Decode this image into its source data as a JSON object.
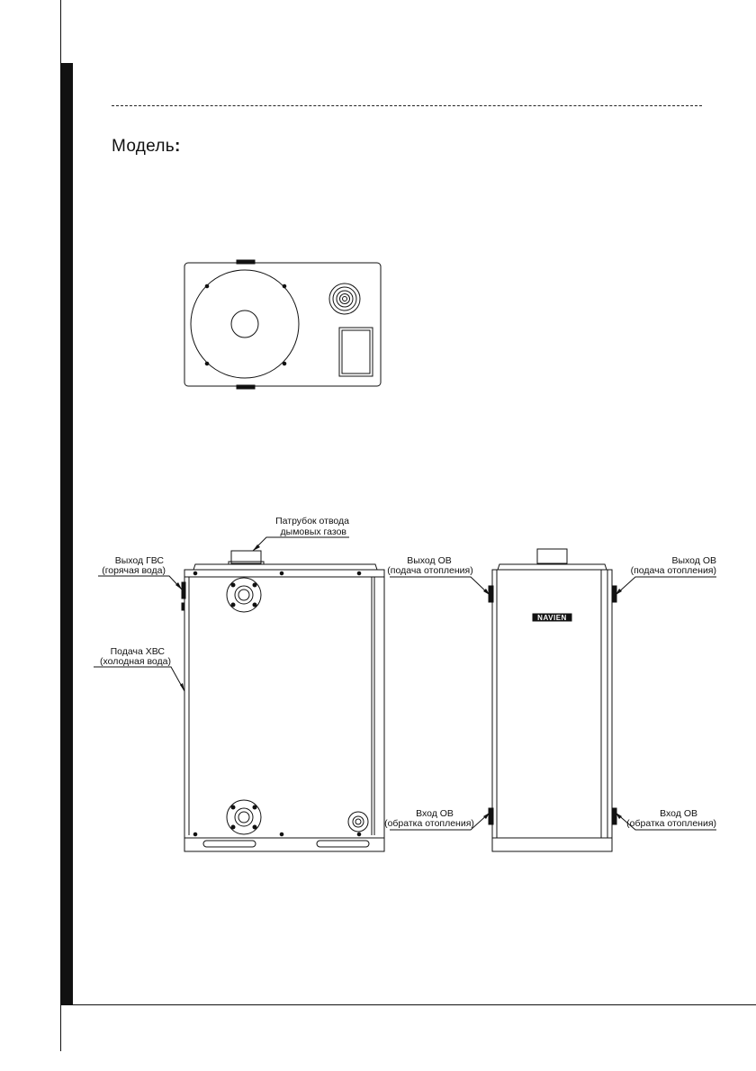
{
  "header": {
    "model_label": "Модель",
    "model_colon": ":"
  },
  "brand_plate": "NAVIEN",
  "callouts": {
    "flue": {
      "line1": "Патрубок отвода",
      "line2": "дымовых газов"
    },
    "dhw_out": {
      "line1": "Выход ГВС",
      "line2": "(горячая вода)"
    },
    "cold_in": {
      "line1": "Подача ХВС",
      "line2": "(холодная вода)"
    },
    "heat_out_left": {
      "line1": "Выход ОВ",
      "line2": "(подача отопления)"
    },
    "heat_out_right": {
      "line1": "Выход ОВ",
      "line2": "(подача отопления)"
    },
    "heat_return_left": {
      "line1": "Вход ОВ",
      "line2": "(обратка отопления)"
    },
    "heat_return_right": {
      "line1": "Вход ОВ",
      "line2": "(обратка отопления)"
    }
  }
}
